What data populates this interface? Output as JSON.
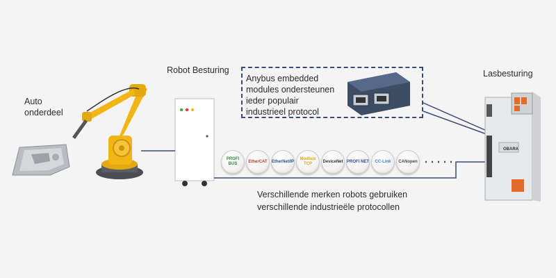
{
  "labels": {
    "auto_part": "Auto\nonderdeel",
    "robot_controller": "Robot Besturing",
    "weld_controller": "Lasbesturing",
    "anybus_text": "Anybus embedded\nmodules ondersteunen\nieder populair\nindustrieel protocol",
    "protocols_caption": "Verschillende merken robots gebruiken\nverschillende industrieële protocollen"
  },
  "protocol_chips": [
    {
      "name": "profibus",
      "text": "PROFI BUS",
      "color": "#2e8b3e"
    },
    {
      "name": "ethercat",
      "text": "EtherCAT",
      "color": "#c0392b"
    },
    {
      "name": "ethernet-ip",
      "text": "EtherNet/IP",
      "color": "#2a4d8f"
    },
    {
      "name": "modbus-tcp",
      "text": "Modbus TCP",
      "color": "#e0a020"
    },
    {
      "name": "devicenet",
      "text": "DeviceNet",
      "color": "#333333"
    },
    {
      "name": "profinet",
      "text": "PROFI NET",
      "color": "#2a4d8f"
    },
    {
      "name": "cc-link",
      "text": "CC-Link",
      "color": "#3a7fc1"
    },
    {
      "name": "canopen",
      "text": "CANopen",
      "color": "#444444"
    }
  ],
  "weld_brand": "OBARA",
  "colors": {
    "robot_yellow": "#f2b516",
    "dashed_border": "#3a4a78",
    "connection_line": "#3a4a78"
  }
}
